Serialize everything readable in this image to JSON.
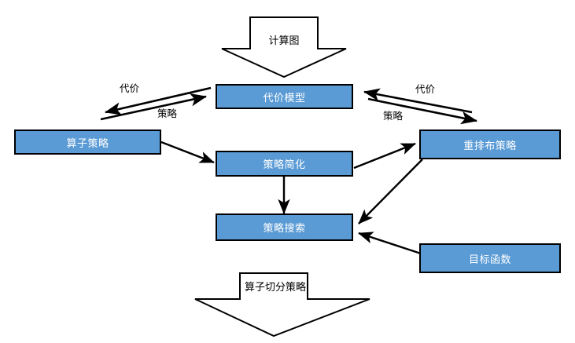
{
  "diagram": {
    "title": "",
    "colors": {
      "node_fill": "#5B9BD5",
      "node_border": "#000000",
      "node_text": "#ffffff",
      "arrow_stroke": "#000000",
      "banner_fill": "#ffffff",
      "background": "#ffffff"
    },
    "nodes": [
      {
        "id": "cost_model",
        "label": "代价模型"
      },
      {
        "id": "operator_strategy",
        "label": "算子策略"
      },
      {
        "id": "strategy_simplify",
        "label": "策略简化"
      },
      {
        "id": "redistribution_strategy",
        "label": "重排布策略"
      },
      {
        "id": "strategy_search",
        "label": "策略搜索"
      },
      {
        "id": "objective_function",
        "label": "目标函数"
      }
    ],
    "banners": [
      {
        "id": "input_banner",
        "label": "计算图",
        "direction": "down"
      },
      {
        "id": "output_banner",
        "label": "算子切分策略",
        "direction": "down"
      }
    ],
    "edge_labels": {
      "left_cost": "代价",
      "left_strategy": "策略",
      "right_cost": "代价",
      "right_strategy": "策略"
    },
    "edges": [
      {
        "from": "input_banner",
        "to": "cost_model",
        "label": ""
      },
      {
        "from": "cost_model",
        "to": "operator_strategy",
        "label": "代价"
      },
      {
        "from": "operator_strategy",
        "to": "cost_model",
        "label": "策略"
      },
      {
        "from": "redistribution_strategy",
        "to": "cost_model",
        "label": "代价"
      },
      {
        "from": "cost_model",
        "to": "redistribution_strategy",
        "label": "策略"
      },
      {
        "from": "operator_strategy",
        "to": "strategy_simplify",
        "label": ""
      },
      {
        "from": "strategy_simplify",
        "to": "redistribution_strategy",
        "label": ""
      },
      {
        "from": "strategy_simplify",
        "to": "strategy_search",
        "label": ""
      },
      {
        "from": "redistribution_strategy",
        "to": "strategy_search",
        "label": ""
      },
      {
        "from": "objective_function",
        "to": "strategy_search",
        "label": ""
      },
      {
        "from": "strategy_search",
        "to": "output_banner",
        "label": ""
      }
    ]
  }
}
